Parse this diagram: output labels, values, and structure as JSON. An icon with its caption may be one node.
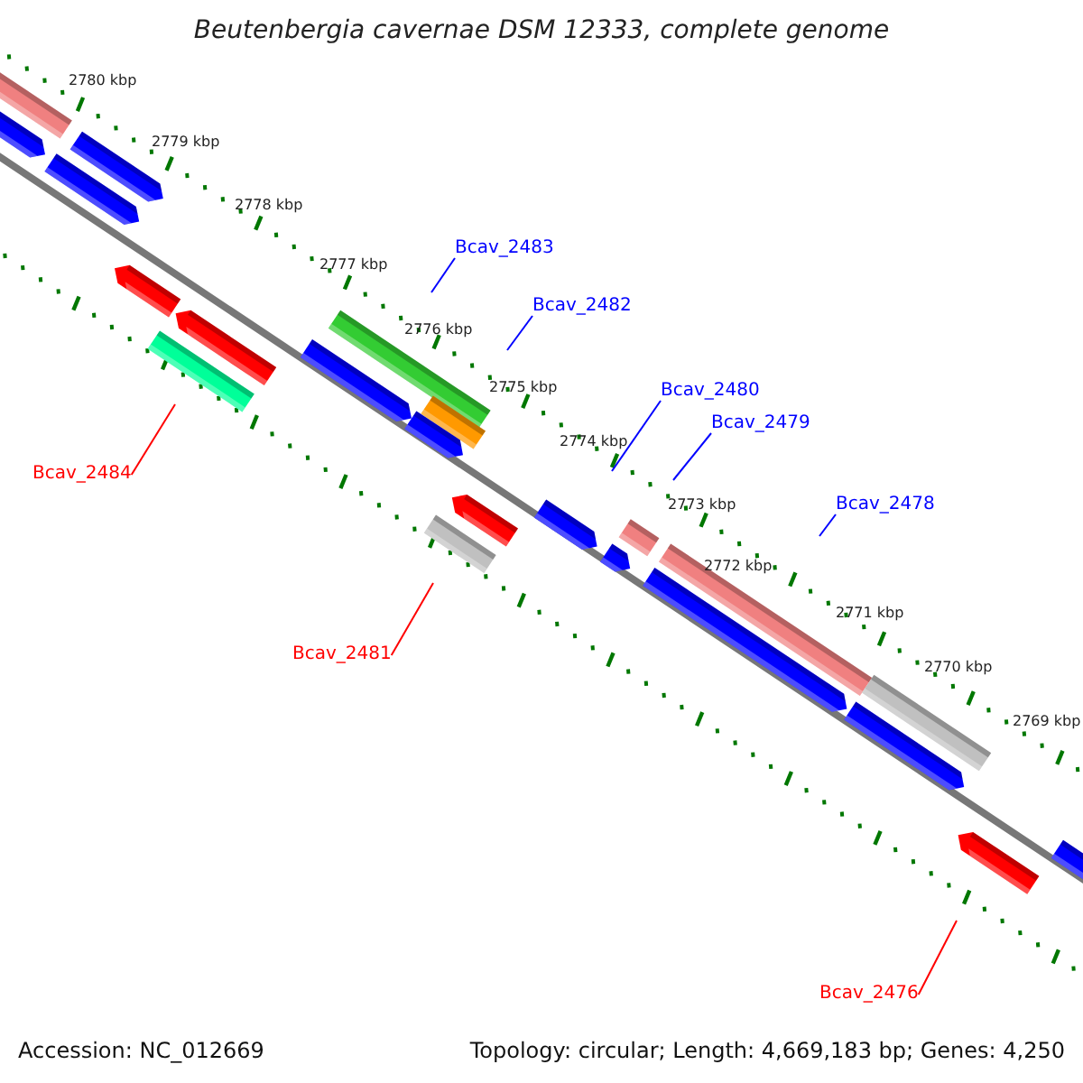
{
  "diagram": {
    "title": "Beutenbergia cavernae DSM 12333, complete genome",
    "nodes": [
      {
        "text": [
          "Bcav_2483"
        ]
      },
      {
        "text": [
          "Bcav_2482"
        ]
      },
      {
        "text": [
          "Bcav_2480"
        ]
      },
      {
        "text": [
          "Bcav_2479"
        ]
      },
      {
        "text": [
          "Bcav_2484"
        ]
      },
      {
        "text": [
          "Bcav_2478"
        ]
      },
      {
        "text": [
          "Bcav_2481"
        ]
      },
      {
        "text": [
          "Bcav_2476"
        ]
      }
    ],
    "edges": [
      {
        "from": 0,
        "to": null,
        "arrow": "none"
      },
      {
        "from": 1,
        "to": null,
        "arrow": "none"
      },
      {
        "from": 2,
        "to": null,
        "arrow": "none"
      },
      {
        "from": 3,
        "to": null,
        "arrow": "none"
      },
      {
        "from": 4,
        "to": null,
        "arrow": "none",
        "color": "#ff0000"
      },
      {
        "from": 5,
        "to": null,
        "arrow": "none"
      },
      {
        "from": 6,
        "to": null,
        "arrow": "none",
        "color": "#ff0000"
      },
      {
        "from": 7,
        "to": null,
        "arrow": "none",
        "color": "#ff0000"
      }
    ],
    "labels": [
      "2780 kbp",
      "2779 kbp",
      "2778 kbp",
      "2777 kbp",
      "2776 kbp",
      "2775 kbp",
      "2774 kbp",
      "2773 kbp",
      "2772 kbp",
      "2771 kbp",
      "2770 kbp",
      "2769 kbp",
      "Accession: NC_012669",
      "Topology: circular; Length: 4,669,183 bp; Genes: 4,250"
    ]
  }
}
